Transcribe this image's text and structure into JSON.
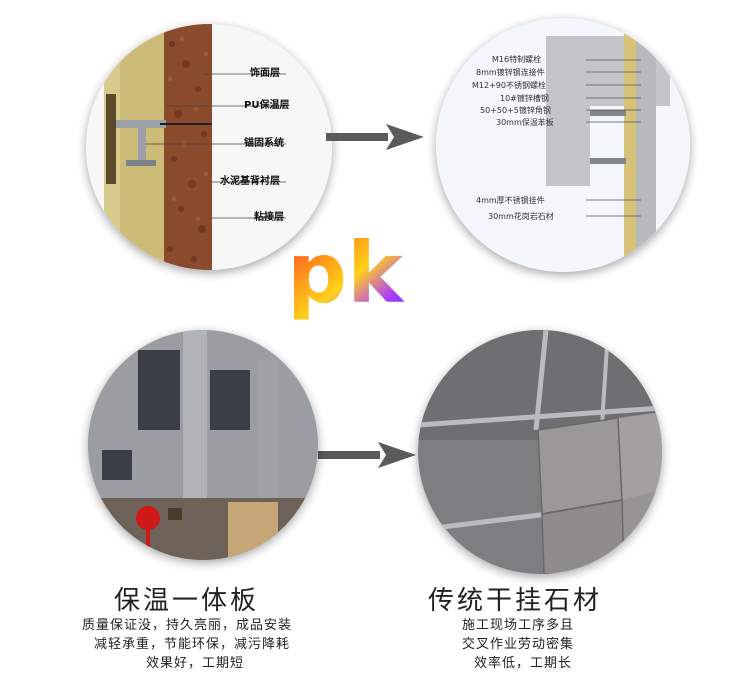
{
  "top_left_labels": [
    "饰面层",
    "PU保温层",
    "锚固系统",
    "水泥基背衬层",
    "粘接层"
  ],
  "top_right_labels": [
    "M16特制螺栓",
    "8mm镀锌钢连接件",
    "M12+90不锈钢螺栓",
    "10#镀锌槽钢",
    "50+50+5镀锌角钢",
    "30mm保温苯板",
    "4mm厚不锈钢挂件",
    "30mm花岗岩石材"
  ],
  "pk_text": "pk",
  "left": {
    "title": "保温一体板",
    "desc": [
      "质量保证没，持久亮丽，成品安装",
      "减轻承重，节能环保，减污降耗",
      "效果好，工期短"
    ]
  },
  "right": {
    "title": "传统干挂石材",
    "desc": [
      "施工现场工序多且",
      "交叉作业劳动密集",
      "效率低，工期长"
    ]
  },
  "colors": {
    "brick": "#8b4a2a",
    "insulation": "#d9c78a",
    "arrow": "#5a5a5a",
    "pk_gradient": [
      "#ff2a2a",
      "#ff9a1a",
      "#ffd21a",
      "#b13cff",
      "#3a3aff"
    ]
  }
}
